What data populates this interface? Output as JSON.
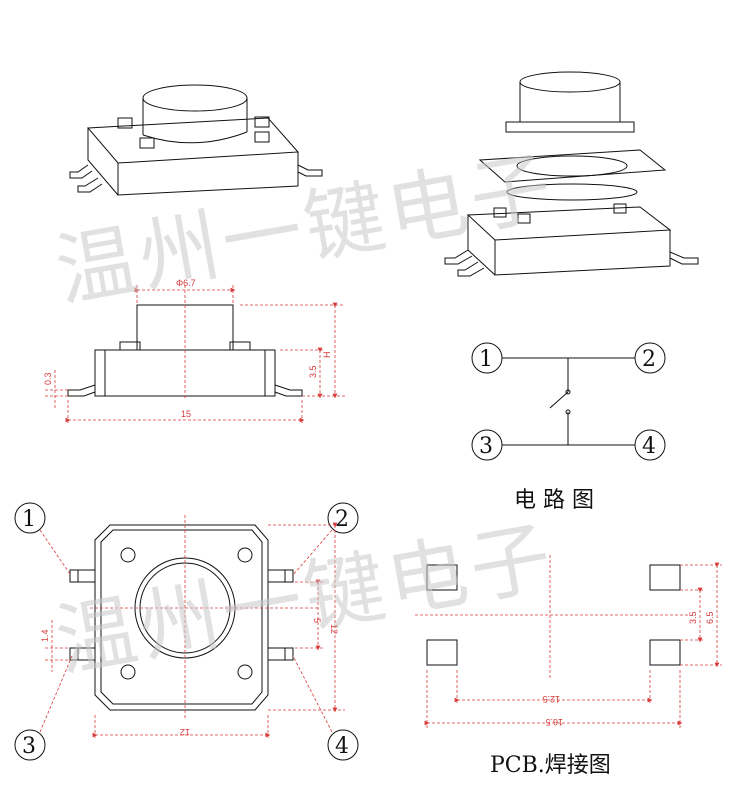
{
  "watermark": "温州一键电子",
  "side_view": {
    "dims": {
      "button_dia": "Φ6.7",
      "pin_thickness": "0.3",
      "body_height": "3.5",
      "total_height": "H",
      "span": "15"
    }
  },
  "circuit": {
    "title": "电 路 图",
    "pins": [
      "1",
      "2",
      "3",
      "4"
    ]
  },
  "top_view": {
    "pins": [
      "1",
      "2",
      "3",
      "4"
    ],
    "dims": {
      "pin_width": "1.4",
      "inner": "5",
      "height": "12",
      "width": "12"
    }
  },
  "pcb": {
    "title": "PCB.焊接图",
    "dims": {
      "inner_pitch": "12.5",
      "outer": "16.5",
      "pad_spacing": "3.5",
      "pad_outer": "6.5"
    }
  },
  "colors": {
    "line": "#111111",
    "dimension": "#d83a3a",
    "watermark": "#c9c9c9"
  }
}
